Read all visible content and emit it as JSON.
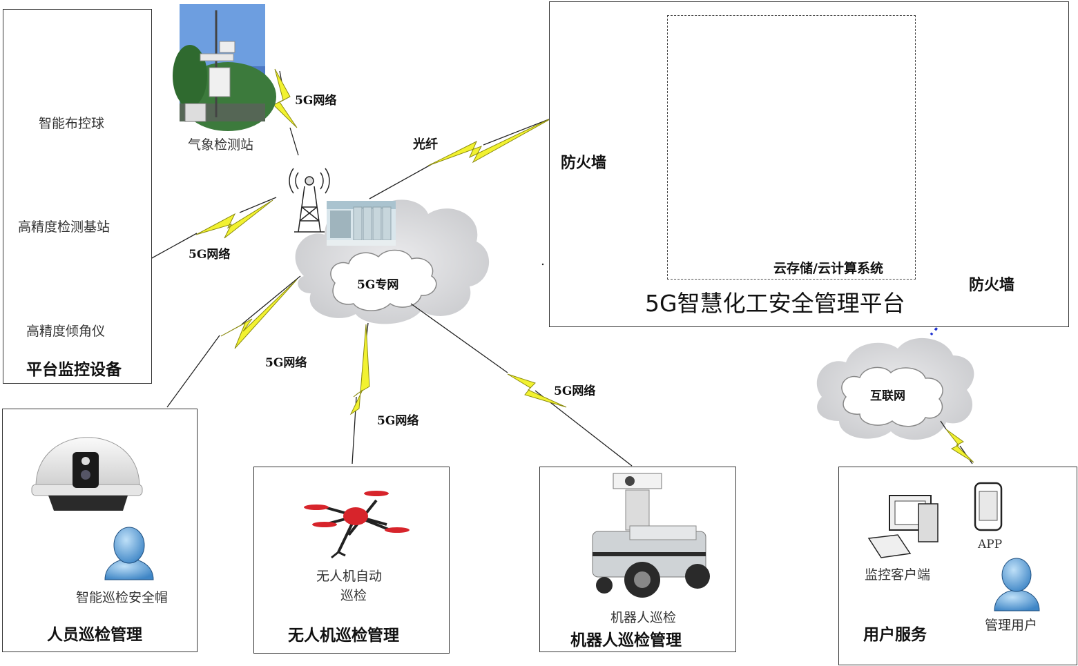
{
  "left_panel": {
    "title": "平台监控设备",
    "items": [
      "智能布控球",
      "高精度检测基站",
      "高精度倾角仪"
    ]
  },
  "weather_station": {
    "label": "气象检测站"
  },
  "network_labels": {
    "top": "5G网络",
    "left": "5G网络",
    "fiber": "光纤",
    "bottom_left": "5G网络",
    "bottom_mid": "5G网络",
    "bottom_right": "5G网络"
  },
  "clouds": {
    "private_5g": "5G专网",
    "internet": "互联网"
  },
  "platform": {
    "title": "5G智慧化工安全管理平台",
    "firewall_left": "防火墙",
    "firewall_right": "防火墙",
    "cloud_system": "云存储/云计算系统"
  },
  "personnel": {
    "device_label": "智能巡检安全帽",
    "title": "人员巡检管理"
  },
  "drone": {
    "device_label_line1": "无人机自动",
    "device_label_line2": "巡检",
    "title": "无人机巡检管理"
  },
  "robot": {
    "device_label": "机器人巡检",
    "title": "机器人巡检管理"
  },
  "user_service": {
    "client_label": "监控客户端",
    "app_label": "APP",
    "user_label": "管理用户",
    "title": "用户服务"
  },
  "colors": {
    "lightning": "#f2f230",
    "lightning_stroke": "#8a8a10",
    "firewall": "#e8772e",
    "link_blue": "#1c2fd0",
    "cloud": "#d9dadc"
  }
}
